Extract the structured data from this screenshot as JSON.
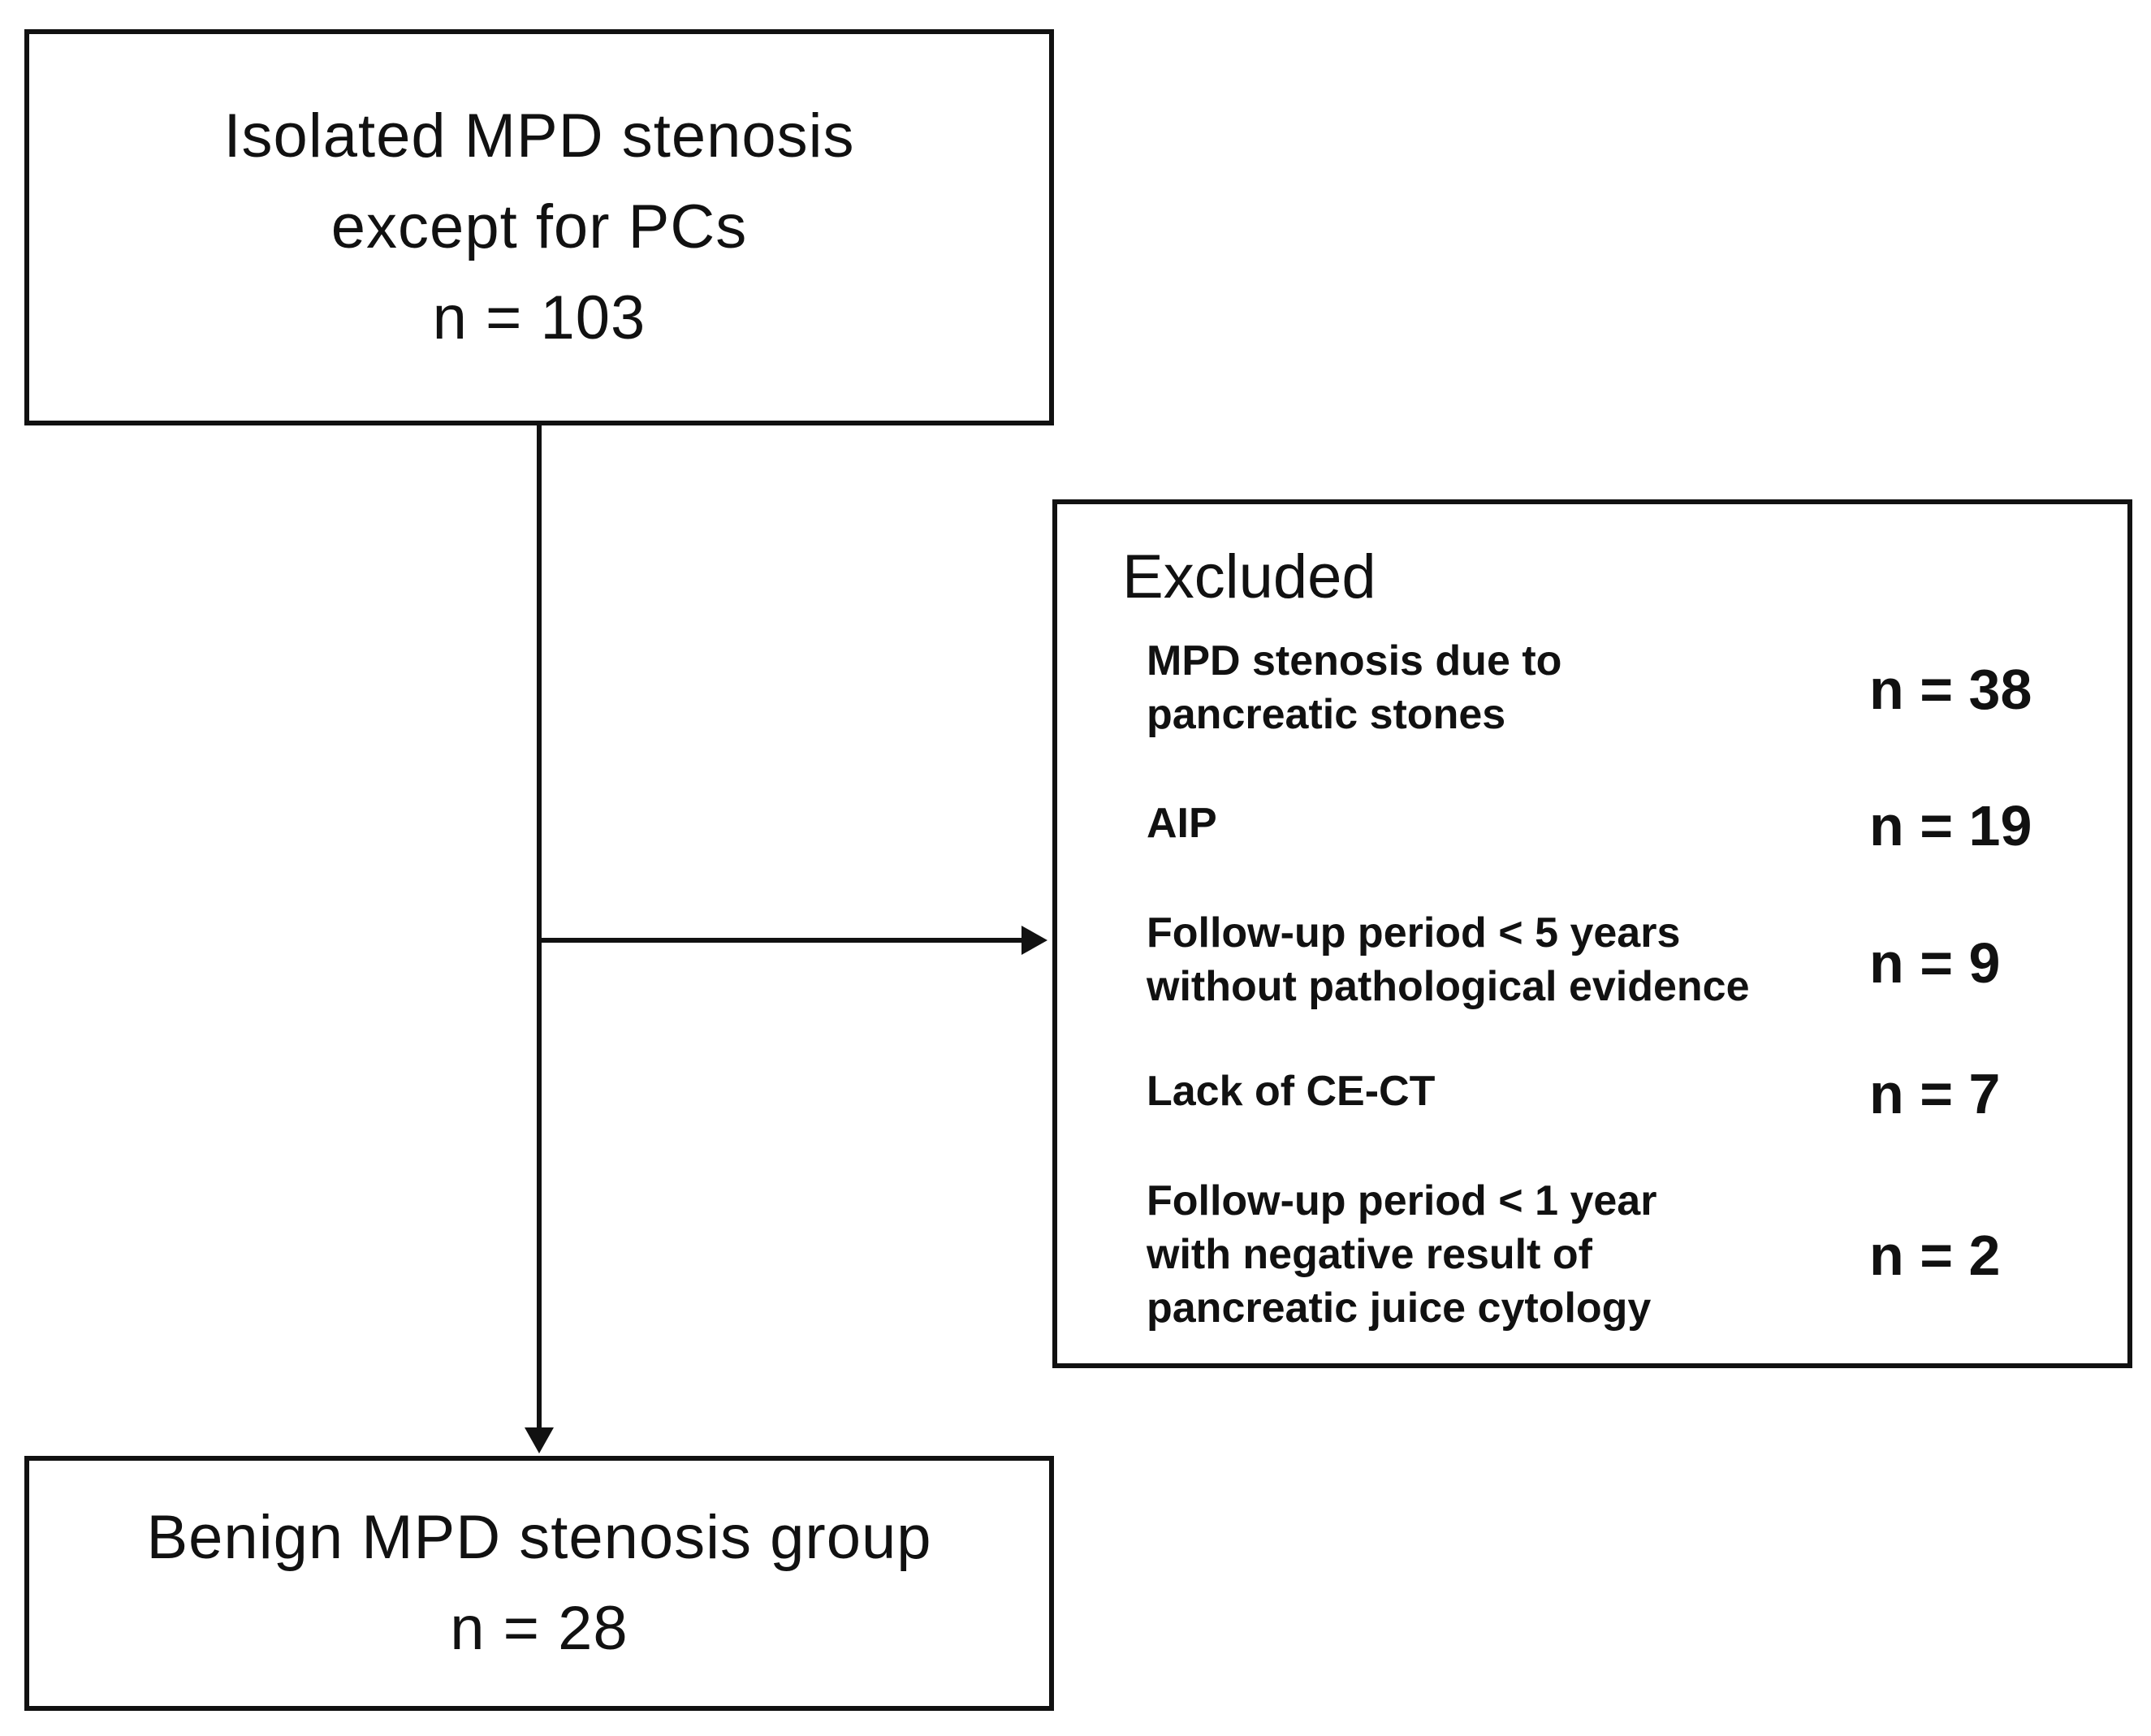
{
  "flow": {
    "top": {
      "line1": "Isolated MPD stenosis",
      "line2": "except for PCs",
      "count": "n = 103"
    },
    "excluded": {
      "title": "Excluded",
      "items": [
        {
          "label": "MPD stenosis due to\npancreatic stones",
          "count": "n = 38"
        },
        {
          "label": "AIP",
          "count": "n = 19"
        },
        {
          "label": "Follow-up period < 5 years\nwithout pathological evidence",
          "count": "n = 9"
        },
        {
          "label": "Lack of CE-CT",
          "count": "n = 7"
        },
        {
          "label": "Follow-up period < 1 year\nwith negative result of\npancreatic juice cytology",
          "count": "n = 2"
        }
      ]
    },
    "bottom": {
      "line1": "Benign MPD stenosis group",
      "count": "n = 28"
    }
  },
  "colors": {
    "stroke": "#111111",
    "background": "#ffffff"
  }
}
